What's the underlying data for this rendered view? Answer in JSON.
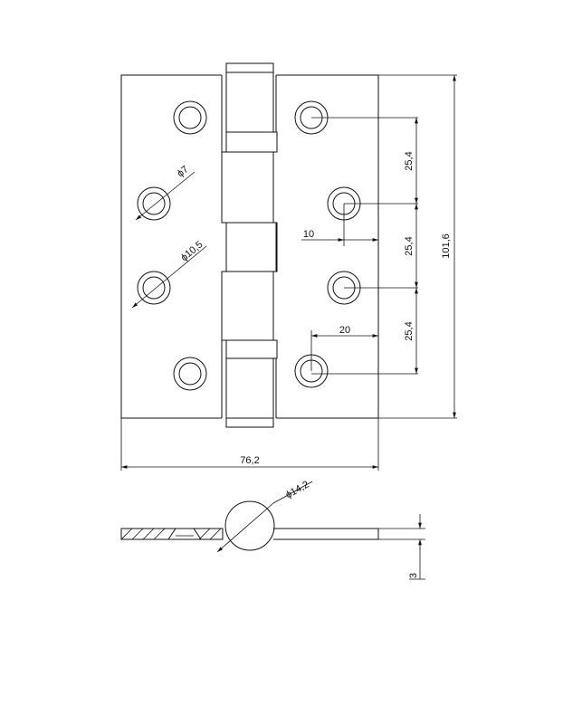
{
  "dimensions": {
    "overall_width": "76,2",
    "overall_height": "101,6",
    "hole_pitch_1": "25,4",
    "hole_pitch_2": "25,4",
    "hole_pitch_3": "25,4",
    "hole_offset": "10",
    "hole_edge": "20",
    "hole_diameter_small": "ϕ7",
    "hole_diameter_large": "ϕ10,5",
    "knuckle_diameter": "ϕ14,2",
    "leaf_thickness": "3"
  },
  "colors": {
    "line": "#111111",
    "background": "#ffffff"
  }
}
